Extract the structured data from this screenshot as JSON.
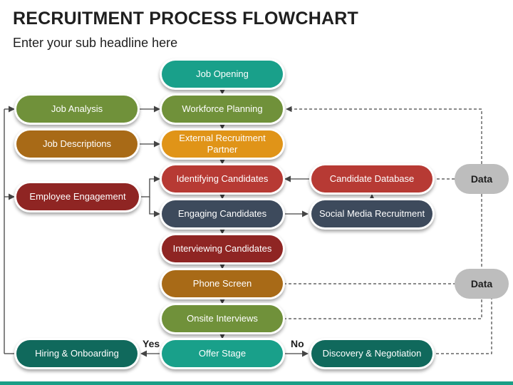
{
  "header": {
    "title": "RECRUITMENT PROCESS FLOWCHART",
    "subtitle": "Enter your sub headline here"
  },
  "colors": {
    "teal": "#19a08a",
    "olive": "#70913a",
    "orange": "#e09418",
    "brown": "#a86a17",
    "red": "#b73a34",
    "darkred": "#8f2523",
    "slate": "#3d4a5c",
    "darkteal": "#10695c",
    "gray": "#bdbdbd"
  },
  "nodes": {
    "job_opening": "Job Opening",
    "workforce_planning": "Workforce Planning",
    "external_recruitment_partner": "External Recruitment Partner",
    "identifying_candidates": "Identifying Candidates",
    "engaging_candidates": "Engaging Candidates",
    "interviewing_candidates": "Interviewing Candidates",
    "phone_screen": "Phone Screen",
    "onsite_interviews": "Onsite Interviews",
    "offer_stage": "Offer Stage",
    "job_analysis": "Job Analysis",
    "job_descriptions": "Job Descriptions",
    "employee_engagement": "Employee Engagement",
    "hiring_onboarding": "Hiring & Onboarding",
    "candidate_database": "Candidate Database",
    "social_media_recruitment": "Social Media Recruitment",
    "discovery_negotiation": "Discovery & Negotiation"
  },
  "data_labels": {
    "top": "Data",
    "bottom": "Data"
  },
  "branch_labels": {
    "yes": "Yes",
    "no": "No"
  }
}
